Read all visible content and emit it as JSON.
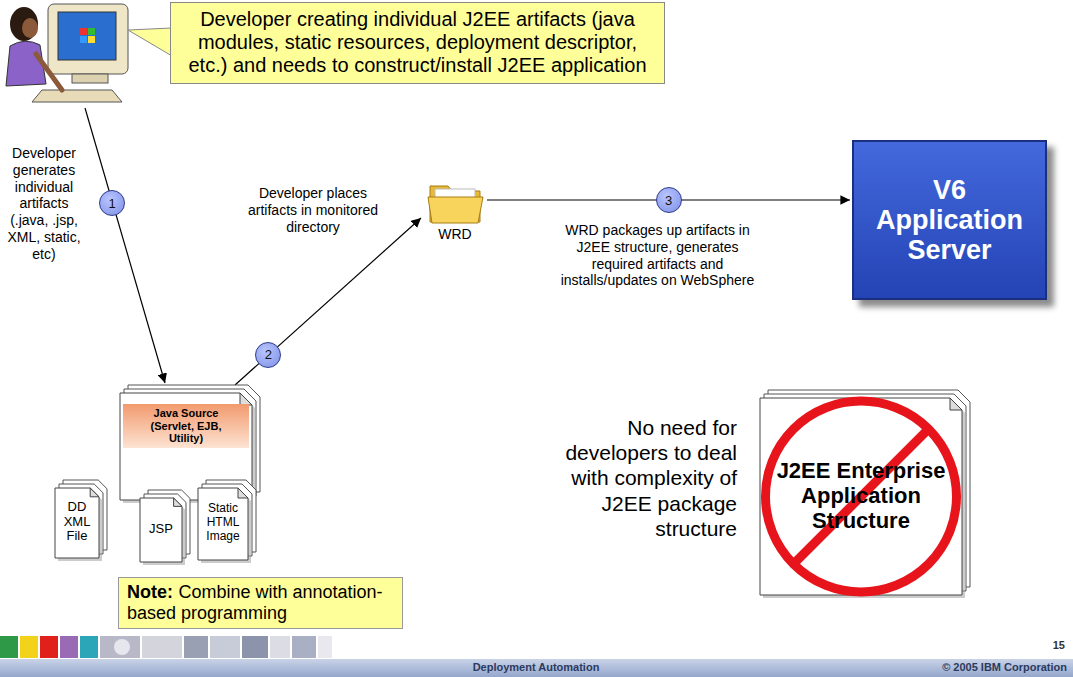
{
  "diagram": {
    "nodes": [
      {
        "text": [
          "Developer creating individual J2EE artifacts (java modules, static resources, deployment descriptor, etc.) and needs to construct/install J2EE application"
        ]
      },
      {
        "text": [
          "Java Source (Servlet, EJB, Utility)"
        ]
      },
      {
        "text": [
          "DD XML File"
        ]
      },
      {
        "text": [
          "JSP"
        ]
      },
      {
        "text": [
          "Static HTML Image"
        ]
      },
      {
        "text": [
          "WRD"
        ]
      },
      {
        "text": [
          "V6 Application Server"
        ]
      },
      {
        "text": [
          "Note:",
          "Combine with annotation-based programming"
        ]
      },
      {
        "text": [
          "J2EE Enterprise Application Structure"
        ]
      }
    ],
    "edges": [
      {
        "from": 1,
        "to": 5,
        "arrow": "to",
        "label": "2"
      },
      {
        "from": 5,
        "to": 6,
        "arrow": "to",
        "label": "3"
      }
    ],
    "labels": [
      "1",
      "Developer generates individual artifacts (.java, .jsp, XML, static, etc)",
      "Developer places artifacts in monitored directory",
      "WRD packages up artifacts in J2EE structure, generates required artifacts and installs/updates on WebSphere",
      "No need for developers to deal with complexity of J2EE package structure",
      "15",
      "Deployment Automation",
      "© 2005 IBM Corporation"
    ]
  }
}
